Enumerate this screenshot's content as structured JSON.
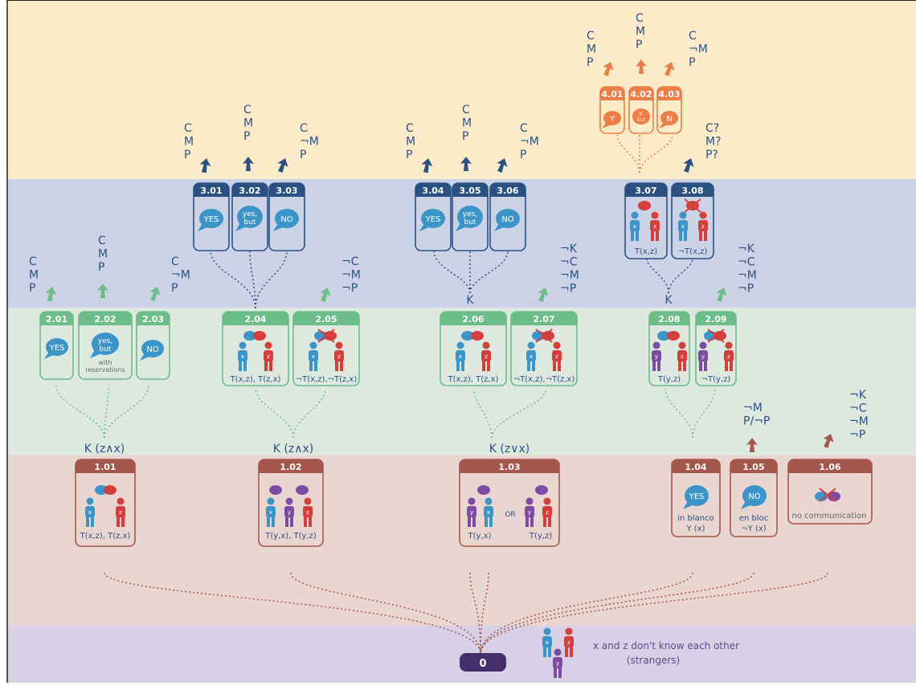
{
  "colors": {
    "band4": "#fcebc8",
    "band3": "#cdd3e7",
    "band2": "#dde9df",
    "band1": "#ead6d0",
    "band0": "#d8d0e6",
    "orange": "#f07c47",
    "navy": "#2b5183",
    "green": "#6cbd88",
    "brown": "#a5574e",
    "purple": "#452f6a",
    "blue": "#3b95c9",
    "red": "#d43f3b",
    "violet": "#7c4ca3",
    "gray": "#666666"
  },
  "level0": {
    "id": "0",
    "description_line1": "x and z don't know each other",
    "description_line2": "(strangers)"
  },
  "level1": {
    "groups": [
      {
        "label": "K (z∧x)"
      },
      {
        "label": "K (z∧x)"
      },
      {
        "label": "K (z∨x)"
      }
    ],
    "boxes": [
      {
        "id": "1.01",
        "caption": "T(x,z), T(z,x)"
      },
      {
        "id": "1.02",
        "caption": "T(y,x), T(y,z)"
      },
      {
        "id": "1.03",
        "caption_left": "T(y,x)",
        "caption_right": "T(y,z)",
        "or": "OR"
      },
      {
        "id": "1.04",
        "bubble": "YES",
        "caption1": "in blanco",
        "caption2": "Y (x)"
      },
      {
        "id": "1.05",
        "bubble": "NO",
        "caption1": "en bloc",
        "caption2": "¬Y (x)"
      },
      {
        "id": "1.06",
        "caption": "no communication"
      }
    ],
    "arrow_labels": [
      {
        "lines": [
          "¬M",
          "P/¬P"
        ]
      },
      {
        "lines": [
          "¬K",
          "¬C",
          "¬M",
          "¬P"
        ]
      }
    ]
  },
  "level2": {
    "boxes": [
      {
        "id": "2.01",
        "bubble": "YES"
      },
      {
        "id": "2.02",
        "bubble1": "yes,",
        "bubble2": "but",
        "note1": "with",
        "note2": "reservations"
      },
      {
        "id": "2.03",
        "bubble": "NO"
      },
      {
        "id": "2.04",
        "caption": "T(x,z), T(z,x)"
      },
      {
        "id": "2.05",
        "caption": "¬T(x,z),¬T(z,x)"
      },
      {
        "id": "2.06",
        "caption": "T(x,z), T(z,x)"
      },
      {
        "id": "2.07",
        "caption": "¬T(x,z),¬T(z,x)"
      },
      {
        "id": "2.08",
        "caption": "T(y,z)"
      },
      {
        "id": "2.09",
        "caption": "¬T(y,z)"
      }
    ],
    "group_labels": [
      {
        "label": "K"
      },
      {
        "label": "K"
      }
    ],
    "arrow_labels": [
      {
        "lines": [
          "C",
          "M",
          "P"
        ]
      },
      {
        "lines": [
          "C",
          "M",
          "P"
        ]
      },
      {
        "lines": [
          "C",
          "¬M",
          "P"
        ]
      },
      {
        "lines": [
          "¬C",
          "¬M",
          "¬P"
        ]
      },
      {
        "lines": [
          "¬K",
          "¬C",
          "¬M",
          "¬P"
        ]
      },
      {
        "lines": [
          "¬K",
          "¬C",
          "¬M",
          "¬P"
        ]
      }
    ]
  },
  "level3": {
    "boxes": [
      {
        "id": "3.01",
        "bubble": "YES"
      },
      {
        "id": "3.02",
        "bubble1": "yes,",
        "bubble2": "but"
      },
      {
        "id": "3.03",
        "bubble": "NO"
      },
      {
        "id": "3.04",
        "bubble": "YES"
      },
      {
        "id": "3.05",
        "bubble1": "yes,",
        "bubble2": "but"
      },
      {
        "id": "3.06",
        "bubble": "NO"
      },
      {
        "id": "3.07",
        "caption": "T(x,z)"
      },
      {
        "id": "3.08",
        "caption": "¬T(x,z)"
      }
    ],
    "arrow_labels": [
      {
        "lines": [
          "C",
          "M",
          "P"
        ]
      },
      {
        "lines": [
          "C",
          "M",
          "P"
        ]
      },
      {
        "lines": [
          "C",
          "¬M",
          "P"
        ]
      },
      {
        "lines": [
          "C",
          "M",
          "P"
        ]
      },
      {
        "lines": [
          "C",
          "M",
          "P"
        ]
      },
      {
        "lines": [
          "C",
          "¬M",
          "P"
        ]
      },
      {
        "lines": [
          "C?",
          "M?",
          "P?"
        ]
      }
    ]
  },
  "level4": {
    "boxes": [
      {
        "id": "4.01",
        "bubble": "Y"
      },
      {
        "id": "4.02",
        "bubble1": "y,",
        "bubble2": "but"
      },
      {
        "id": "4.03",
        "bubble": "N"
      }
    ],
    "arrow_labels": [
      {
        "lines": [
          "C",
          "M",
          "P"
        ]
      },
      {
        "lines": [
          "C",
          "M",
          "P"
        ]
      },
      {
        "lines": [
          "C",
          "¬M",
          "P"
        ]
      }
    ]
  },
  "people": {
    "x": "x",
    "y": "y",
    "z": "z"
  }
}
